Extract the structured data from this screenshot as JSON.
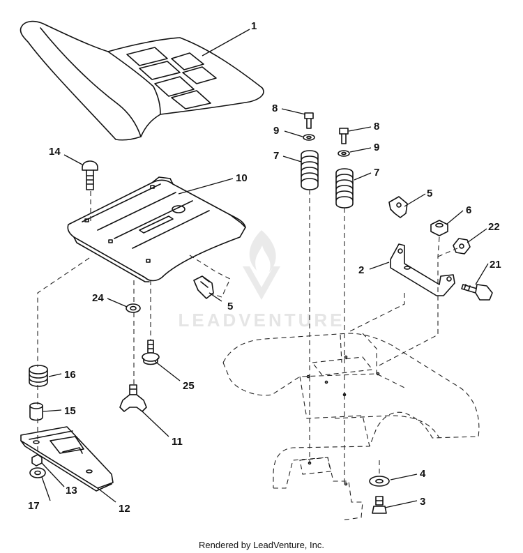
{
  "watermark": {
    "text": "LEADVENTURE"
  },
  "footer": {
    "text": "Rendered by LeadVenture, Inc."
  },
  "callouts": {
    "seat": "1",
    "hinge_bracket": "2",
    "bolt_3": "3",
    "washer_4": "4",
    "clip_right": "5",
    "clip_left": "5",
    "nut_6": "6",
    "bolt_8_left": "8",
    "bolt_8_right": "8",
    "washer_9_left": "9",
    "washer_9_right": "9",
    "spring_7_left": "7",
    "spring_7_right": "7",
    "seat_pan": "10",
    "knob_11": "11",
    "slide_plate": "12",
    "nut_13": "13",
    "carriage_bolt_14": "14",
    "spacer_15": "15",
    "spring_16": "16",
    "washer_17": "17",
    "hex_bolt_21": "21",
    "nut_22": "22",
    "washer_24": "24",
    "screw_25": "25"
  }
}
